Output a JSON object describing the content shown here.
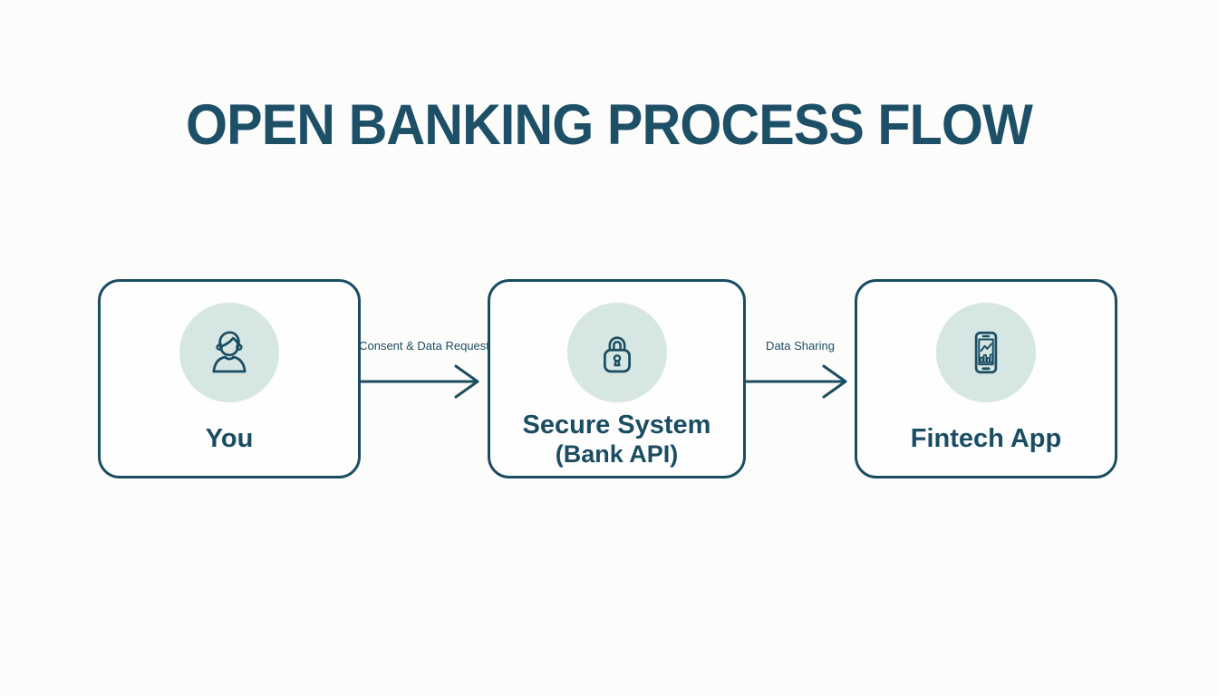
{
  "theme": {
    "accent": "#1b4d62",
    "title_color": "#1d5067",
    "circle_fill": "#d6e6e2",
    "box_fill": "#fefefe",
    "background": "#fcfcfb"
  },
  "title": "OPEN BANKING PROCESS FLOW",
  "flow": {
    "nodes": [
      {
        "label": "You",
        "sublabel": "",
        "icon": "person-icon"
      },
      {
        "label": "Secure System",
        "sublabel": "(Bank API)",
        "icon": "lock-icon"
      },
      {
        "label": "Fintech App",
        "sublabel": "",
        "icon": "phone-chart-icon"
      }
    ],
    "arrows": [
      {
        "label": "Consent & Data Request"
      },
      {
        "label": "Data Sharing"
      }
    ]
  }
}
